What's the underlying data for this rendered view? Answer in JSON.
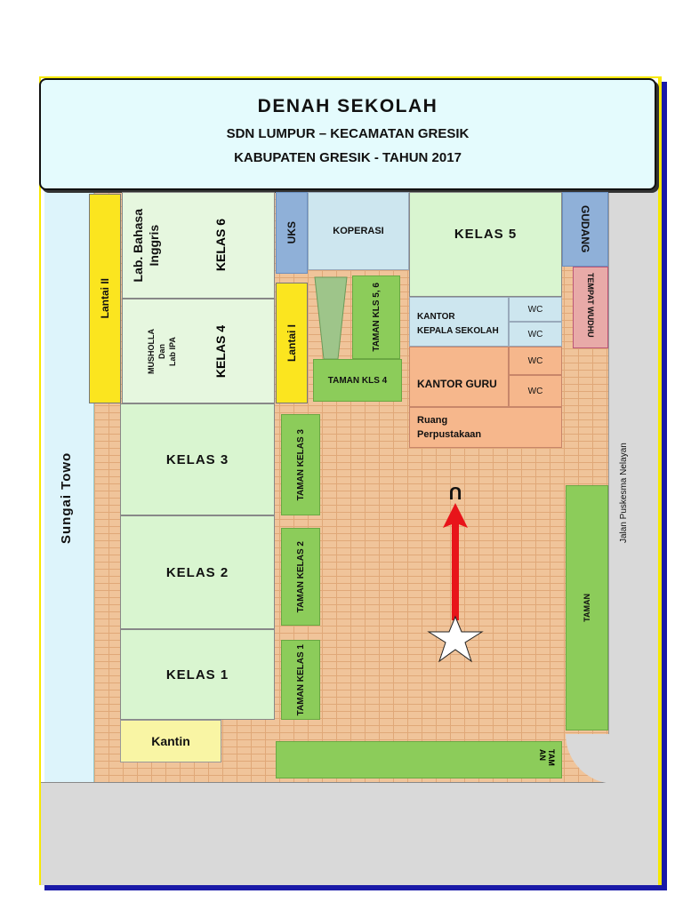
{
  "header": {
    "title": "DENAH SEKOLAH",
    "school": "SDN  LUMPUR – KECAMATAN GRESIK",
    "regency": "KABUPATEN GRESIK - TAHUN  2017"
  },
  "streets": {
    "river": "Sungai  Towo",
    "road": "Jalan  Puskesma Nelayan"
  },
  "rooms": {
    "lantai2": "Lantai II",
    "lab_bahasa_1": "Lab.  Bahasa",
    "lab_bahasa_2": "Inggris",
    "kelas6": "KELAS 6",
    "musholla_1": "MUSHOLLA",
    "musholla_2": "Dan",
    "musholla_3": "Lab IPA",
    "kelas4": "KELAS 4",
    "uks": "UKS",
    "koperasi": "KOPERASI",
    "kelas5": "KELAS 5",
    "gudang": "GUDANG",
    "tempat_wudhu": "TEMPAT WUDHU",
    "lantai1": "Lantai I",
    "taman_kls56": "TAMAN KLS 5, 6",
    "taman_kls4": "TAMAN KLS 4",
    "kantor_kepsek_1": "KANTOR",
    "kantor_kepsek_2": "KEPALA SEKOLAH",
    "wc": "WC",
    "kantor_guru": "KANTOR GURU",
    "ruang_perpus_1": "Ruang",
    "ruang_perpus_2": "Perpustakaan",
    "kelas3": "KELAS 3",
    "kelas2": "KELAS 2",
    "kelas1": "KELAS 1",
    "taman_kelas3": "TAMAN KELAS 3",
    "taman_kelas2": "TAMAN KELAS 2",
    "taman_kelas1": "TAMAN KELAS 1",
    "taman_right": "TAMAN",
    "taman_bottom": "TAM AN",
    "kantin": "Kantin",
    "north": "U"
  },
  "colors": {
    "arrow": "#e8141a",
    "brick": "#f0c49a",
    "classroom": "#d9f5d0",
    "garden": "#8ccc5a"
  }
}
